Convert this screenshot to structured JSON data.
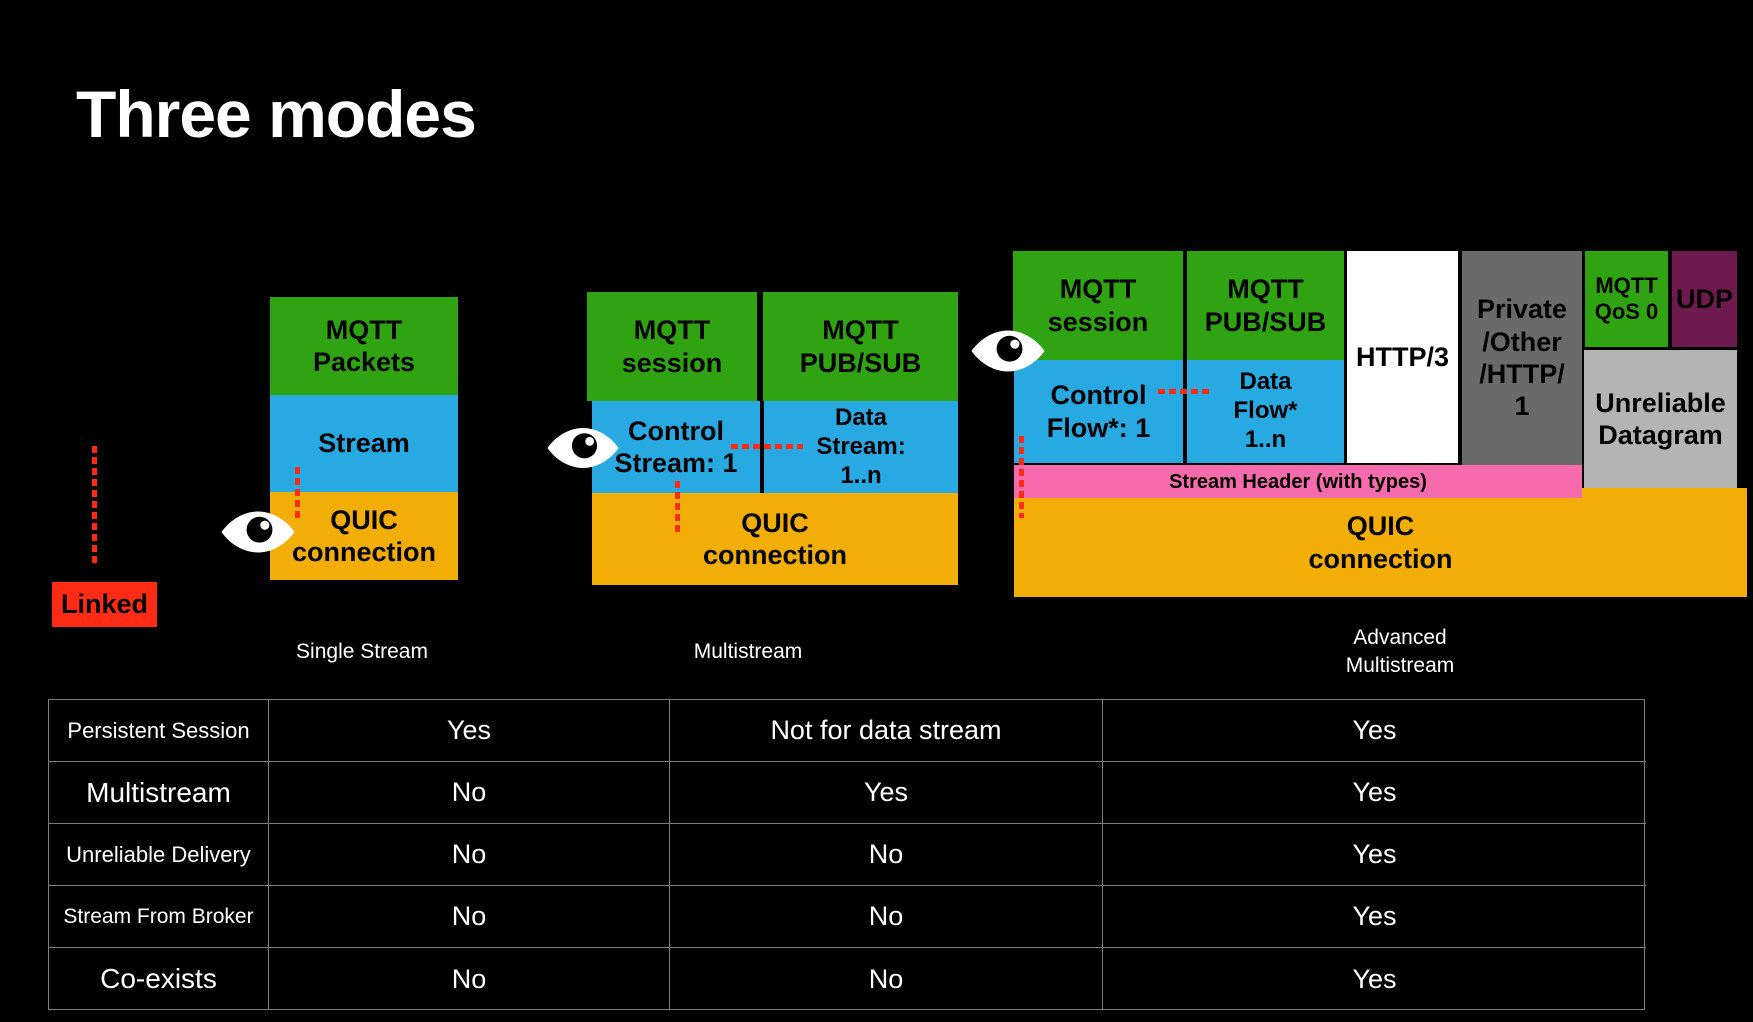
{
  "title": "Three modes",
  "linked_label": "Linked",
  "icons": {
    "eye": "eye-icon"
  },
  "colors": {
    "background": "#000000",
    "green": "#2FA312",
    "blue": "#29A9E1",
    "orange": "#F2AE06",
    "red": "#FF2B14",
    "pink": "#F56BAB",
    "purple": "#6E1A4F",
    "dark_gray": "#6A6A6A",
    "light_gray": "#B4B4B4",
    "white": "#FFFFFF",
    "table_border": "#7E7E7E"
  },
  "diagrams": {
    "single_stream": {
      "label": "Single Stream",
      "mqtt_packets": "MQTT\nPackets",
      "stream": "Stream",
      "quic": "QUIC\nconnection"
    },
    "multistream": {
      "label": "Multistream",
      "mqtt_session": "MQTT\nsession",
      "mqtt_pubsub": "MQTT\nPUB/SUB",
      "control_stream": "Control\nStream: 1",
      "data_stream": "Data\nStream:\n1..n",
      "quic": "QUIC\nconnection"
    },
    "advanced_multistream": {
      "label": "Advanced\nMultistream",
      "mqtt_session": "MQTT\nsession",
      "mqtt_pubsub": "MQTT\nPUB/SUB",
      "control_flow": "Control\nFlow*: 1",
      "data_flow": "Data\nFlow*\n1..n",
      "http3": "HTTP/3",
      "private_other": "Private\n/Other\n/HTTP/\n1",
      "mqtt_qos0": "MQTT\nQoS 0",
      "udp": "UDP",
      "unreliable_datagram": "Unreliable\nDatagram",
      "stream_header": "Stream Header (with types)",
      "quic": "QUIC\nconnection"
    }
  },
  "table": {
    "rows": [
      {
        "label": "Persistent Session",
        "single": "Yes",
        "multi": "Not for data stream",
        "advanced": "Yes"
      },
      {
        "label": "Multistream",
        "single": "No",
        "multi": "Yes",
        "advanced": "Yes"
      },
      {
        "label": "Unreliable Delivery",
        "single": "No",
        "multi": "No",
        "advanced": "Yes"
      },
      {
        "label": "Stream From Broker",
        "single": "No",
        "multi": "No",
        "advanced": "Yes"
      },
      {
        "label": "Co-exists",
        "single": "No",
        "multi": "No",
        "advanced": "Yes"
      }
    ]
  }
}
